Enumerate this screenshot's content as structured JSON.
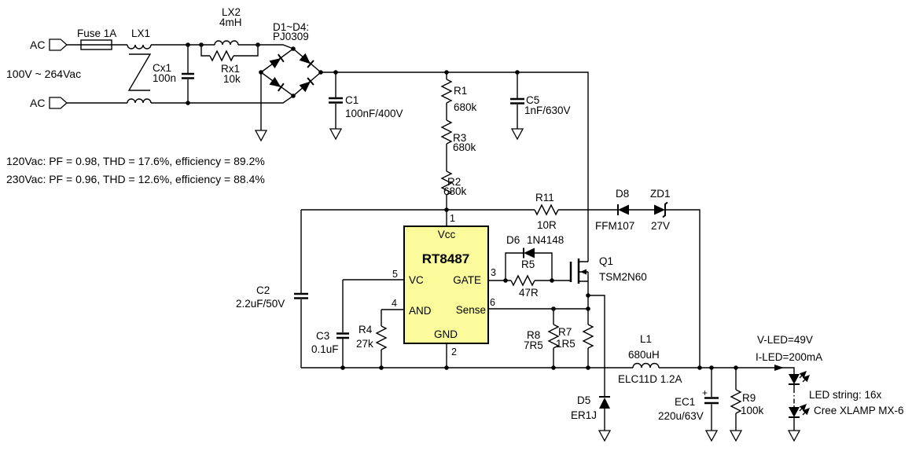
{
  "sch": {
    "ac": {
      "label_top": "AC",
      "label_bottom": "AC",
      "range": "100V ~ 264Vac",
      "fuse": "Fuse 1A",
      "lx1": "LX1",
      "cx1_ref": "Cx1",
      "cx1_val": "100n",
      "lx2_ref": "LX2",
      "lx2_val": "4mH",
      "rx1_ref": "Rx1",
      "rx1_val": "10k",
      "bridge_ref": "D1~D4:",
      "bridge_val": "PJ0309"
    },
    "notes": {
      "line1": "120Vac: PF = 0.98, THD = 17.6%, efficiency = 89.2%",
      "line2": "230Vac: PF = 0.96, THD = 12.6%, efficiency = 88.4%"
    },
    "front": {
      "c1_ref": "C1",
      "c1_val": "100nF/400V",
      "r1_ref": "R1",
      "r1_val": "680k",
      "r3_ref": "R3",
      "r3_val": "680k",
      "r2_ref": "R2",
      "r2_val": "680k",
      "c5_ref": "C5",
      "c5_val": "1nF/630V"
    },
    "ic": {
      "part": "RT8487",
      "fill": "#FBFB9B",
      "pin1_num": "1",
      "pin1_name": "Vcc",
      "pin2_num": "2",
      "pin2_name": "GND",
      "pin3_num": "3",
      "pin3_name": "GATE",
      "pin4_num": "4",
      "pin4_name": "AND",
      "pin5_num": "5",
      "pin5_name": "VC",
      "pin6_num": "6",
      "pin6_name": "Sense"
    },
    "ctrl": {
      "c2_ref": "C2",
      "c2_val": "2.2uF/50V",
      "c3_ref": "C3",
      "c3_val": "0.1uF",
      "r4_ref": "R4",
      "r4_val": "27k",
      "r11_ref": "R11",
      "r11_val": "10R",
      "d8_ref": "D8",
      "d8_val": "FFM107",
      "zd1_ref": "ZD1",
      "zd1_val": "27V",
      "d6_ref": "D6",
      "d6_val": "1N4148",
      "r5_ref": "R5",
      "r5_val": "47R",
      "q1_ref": "Q1",
      "q1_val": "TSM2N60",
      "r8_ref": "R8",
      "r8_val": "7R5",
      "r7_ref": "R7",
      "r7_val": "1R5"
    },
    "out": {
      "d5_ref": "D5",
      "d5_val": "ER1J",
      "l1_ref": "L1",
      "l1_val": "680uH",
      "l1_part": "ELC11D 1.2A",
      "ec1_ref": "EC1",
      "ec1_plus": "+",
      "ec1_val": "220u/63V",
      "r9_ref": "R9",
      "r9_val": "100k",
      "vled": "V-LED=49V",
      "iled": "I-LED=200mA",
      "led1": "LED string: 16x",
      "led2": "Cree XLAMP MX-6"
    }
  }
}
